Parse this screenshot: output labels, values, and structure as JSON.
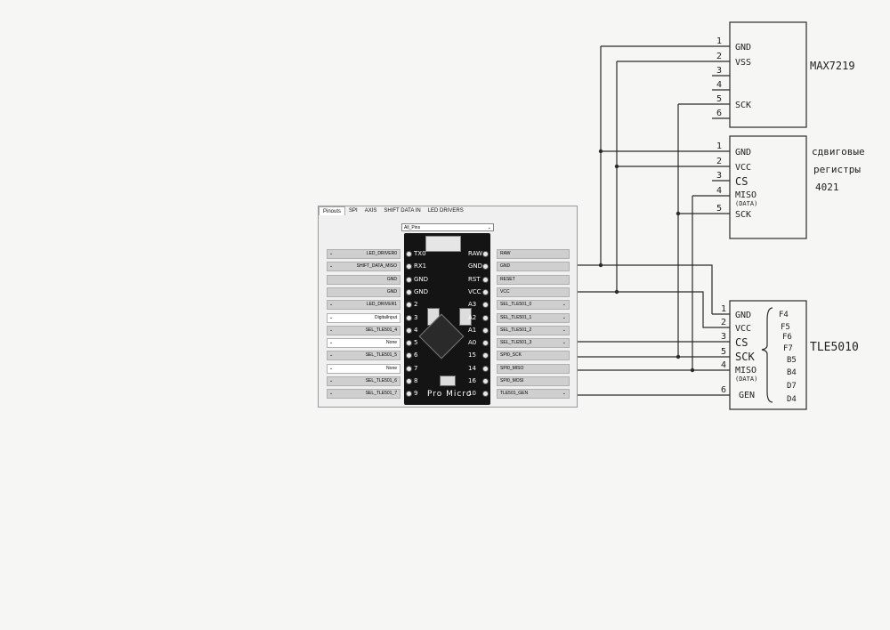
{
  "panel": {
    "tabs": [
      "Pinouts",
      "SPI",
      "AXIS",
      "SHIFT DATA IN",
      "LED DRIVERS"
    ],
    "top_select": "All_Pins",
    "left_pins": [
      {
        "label": "LED_DRIVER0",
        "dropdown": true
      },
      {
        "label": "SHIFT_DATA_MISO",
        "dropdown": true
      },
      {
        "label": "GND",
        "dropdown": false
      },
      {
        "label": "GND",
        "dropdown": false
      },
      {
        "label": "LED_DRIVER1",
        "dropdown": true
      },
      {
        "label": "DigitalInput",
        "dropdown": true
      },
      {
        "label": "SEL_TLE501_4",
        "dropdown": true
      },
      {
        "label": "None",
        "dropdown": true
      },
      {
        "label": "SEL_TLE501_5",
        "dropdown": true
      },
      {
        "label": "None",
        "dropdown": true
      },
      {
        "label": "SEL_TLE501_6",
        "dropdown": true
      },
      {
        "label": "SEL_TLE501_7",
        "dropdown": true
      }
    ],
    "right_pins": [
      {
        "label": "RAW",
        "dropdown": false
      },
      {
        "label": "GND",
        "dropdown": false
      },
      {
        "label": "RESET",
        "dropdown": false
      },
      {
        "label": "VCC",
        "dropdown": false
      },
      {
        "label": "SEL_TLE501_0",
        "dropdown": true
      },
      {
        "label": "SEL_TLE501_1",
        "dropdown": true
      },
      {
        "label": "SEL_TLE501_2",
        "dropdown": true
      },
      {
        "label": "SEL_TLE501_3",
        "dropdown": true
      },
      {
        "label": "SPI0_SCK",
        "dropdown": false
      },
      {
        "label": "SPI0_MISO",
        "dropdown": false
      },
      {
        "label": "SPI0_MOSI",
        "dropdown": false
      },
      {
        "label": "TLE501_GEN",
        "dropdown": true
      }
    ],
    "board_label": "Pro Micro",
    "board_left_numbers": [
      "TX0",
      "RX1",
      "GND",
      "GND",
      "2",
      "3",
      "4",
      "5",
      "6",
      "7",
      "8",
      "9"
    ],
    "board_right_numbers": [
      "RAW",
      "GND",
      "RST",
      "VCC",
      "A3",
      "A2",
      "A1",
      "A0",
      "15",
      "14",
      "16",
      "10"
    ]
  },
  "modules": {
    "max": {
      "name": "MAX7219",
      "pins": [
        {
          "num": "1",
          "label": "GND"
        },
        {
          "num": "2",
          "label": "VSS"
        },
        {
          "num": "3",
          "label": ""
        },
        {
          "num": "4",
          "label": ""
        },
        {
          "num": "5",
          "label": "SCK"
        },
        {
          "num": "6",
          "label": ""
        }
      ]
    },
    "shift": {
      "name_lines": [
        "сдвиговые",
        "регистры",
        "4021"
      ],
      "pins": [
        {
          "num": "1",
          "label": "GND"
        },
        {
          "num": "2",
          "label": "VCC"
        },
        {
          "num": "3",
          "label": "CS"
        },
        {
          "num": "4",
          "label": "MISO"
        },
        {
          "num": "5",
          "label": "SCK"
        }
      ],
      "miso_note": "(DATA)"
    },
    "tle": {
      "name": "TLE5010",
      "pins": [
        {
          "num": "1",
          "label": "GND"
        },
        {
          "num": "2",
          "label": "VCC"
        },
        {
          "num": "3",
          "label": "CS"
        },
        {
          "num": "5",
          "label": "SCK"
        },
        {
          "num": "4",
          "label": "MISO"
        },
        {
          "num": "6",
          "label": "GEN"
        }
      ],
      "miso_note": "(DATA)",
      "cs_pins": [
        "F4",
        "F5",
        "F6",
        "F7",
        "B5",
        "B4",
        "D7",
        "D4"
      ]
    }
  }
}
